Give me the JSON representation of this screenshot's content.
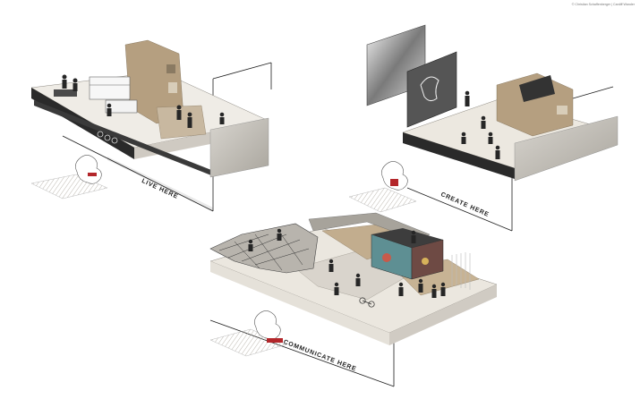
{
  "credit": "© Christian Schaffenberger | Cardiff Wander",
  "panels": {
    "live": {
      "caption": "LIVE HERE"
    },
    "create": {
      "caption": "CREATE HERE"
    },
    "communicate": {
      "caption": "COMMUNICATE HERE"
    }
  },
  "colors": {
    "ink": "#1e1e1e",
    "concrete": "#c9c6c0",
    "floor": "#e7e2da",
    "timber": "#b59f80",
    "accent_red": "#b3262a",
    "mural_teal": "#5e8f93"
  }
}
